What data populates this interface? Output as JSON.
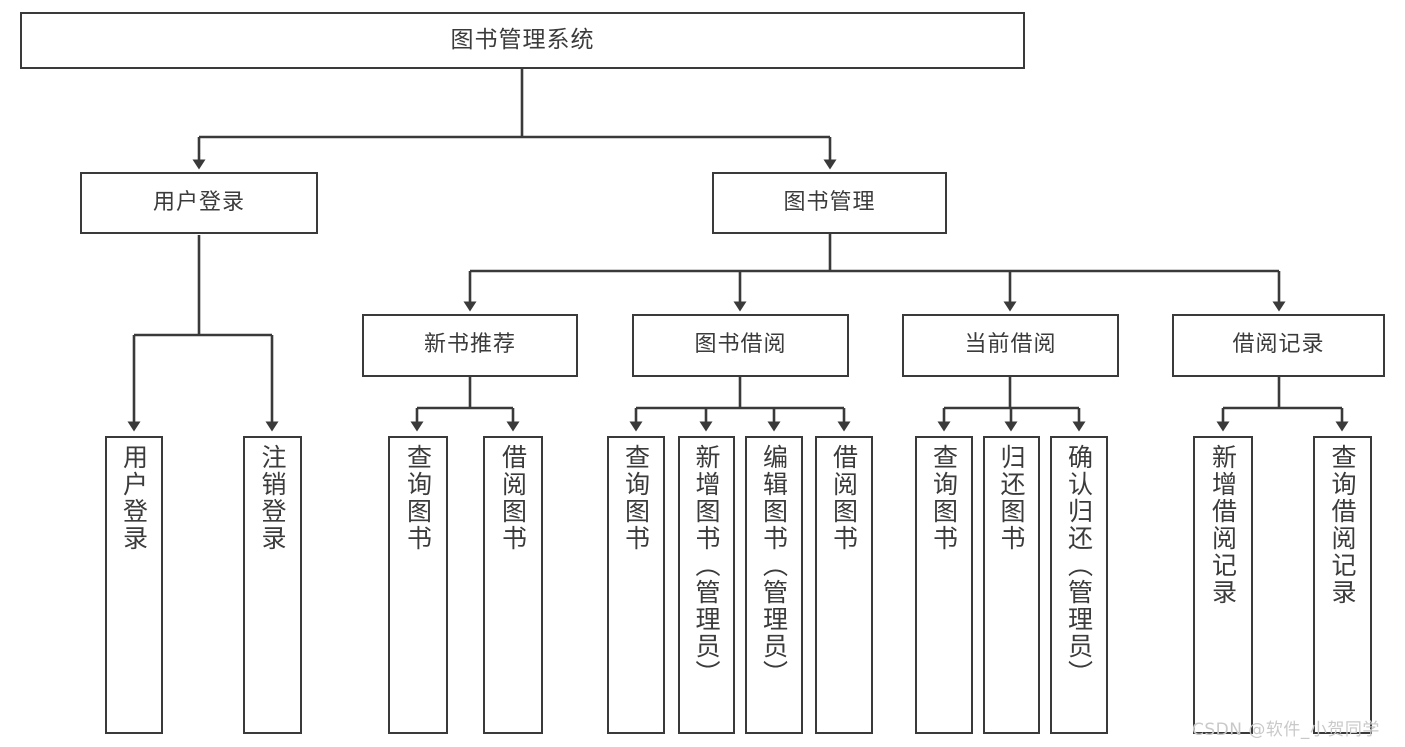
{
  "diagram": {
    "title": "图书管理系统",
    "type": "tree-hierarchy-diagram",
    "colors": {
      "stroke": "#3a3a3a",
      "fill": "#ffffff",
      "text": "#3b3b3b",
      "watermark": "#c9c9c9"
    },
    "root": {
      "label": "图书管理系统"
    },
    "level2": [
      {
        "label": "用户登录"
      },
      {
        "label": "图书管理"
      }
    ],
    "level3": [
      {
        "label": "新书推荐"
      },
      {
        "label": "图书借阅"
      },
      {
        "label": "当前借阅"
      },
      {
        "label": "借阅记录"
      }
    ],
    "leaves": {
      "user_login": [
        {
          "label": "用户登录"
        },
        {
          "label": "注销登录"
        }
      ],
      "new_book": [
        {
          "label": "查询图书"
        },
        {
          "label": "借阅图书"
        }
      ],
      "book_borrow": [
        {
          "label": "查询图书"
        },
        {
          "label": "新增图书（管理员）"
        },
        {
          "label": "编辑图书（管理员）"
        },
        {
          "label": "借阅图书"
        }
      ],
      "current_borrow": [
        {
          "label": "查询图书"
        },
        {
          "label": "归还图书"
        },
        {
          "label": "确认归还（管理员）"
        }
      ],
      "borrow_record": [
        {
          "label": "新增借阅记录"
        },
        {
          "label": "查询借阅记录"
        }
      ]
    },
    "watermark": "CSDN @软件_小贺同学"
  }
}
